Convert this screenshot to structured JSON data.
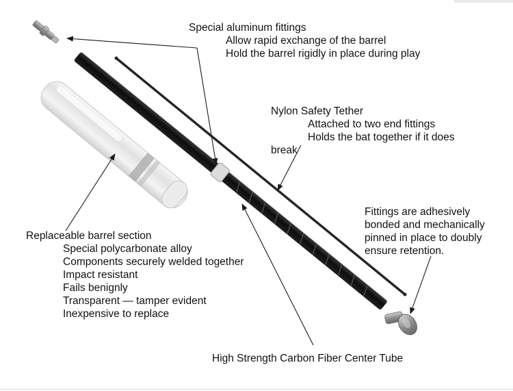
{
  "callouts": {
    "fittings": {
      "title": "Special aluminum fittings",
      "lines": [
        "Allow rapid exchange of the barrel",
        "Hold the barrel rigidly in place during play"
      ]
    },
    "tether": {
      "title": "Nylon Safety Tether",
      "lines": [
        "Attached to two end fittings",
        "Holds the bat together if it does"
      ],
      "wrap": "break"
    },
    "barrel": {
      "title": "Replaceable barrel section",
      "lines": [
        "Special polycarbonate alloy",
        "Components securely welded together",
        "Impact resistant",
        "Fails benignly",
        "Transparent — tamper evident",
        "Inexpensive to replace"
      ]
    },
    "adhesive": {
      "lines": [
        "Fittings are adhesively",
        "bonded and mechanically",
        "pinned in place to doubly",
        "ensure retention."
      ]
    },
    "center_tube": {
      "title": "High Strength Carbon Fiber Center Tube"
    }
  },
  "colors": {
    "text": "#111111",
    "leader": "#1a1a1a",
    "carbon_tube": "#1b1b1b",
    "barrel_shell": "#e6e6e6",
    "fitting_metal": "#9a9a9a"
  }
}
